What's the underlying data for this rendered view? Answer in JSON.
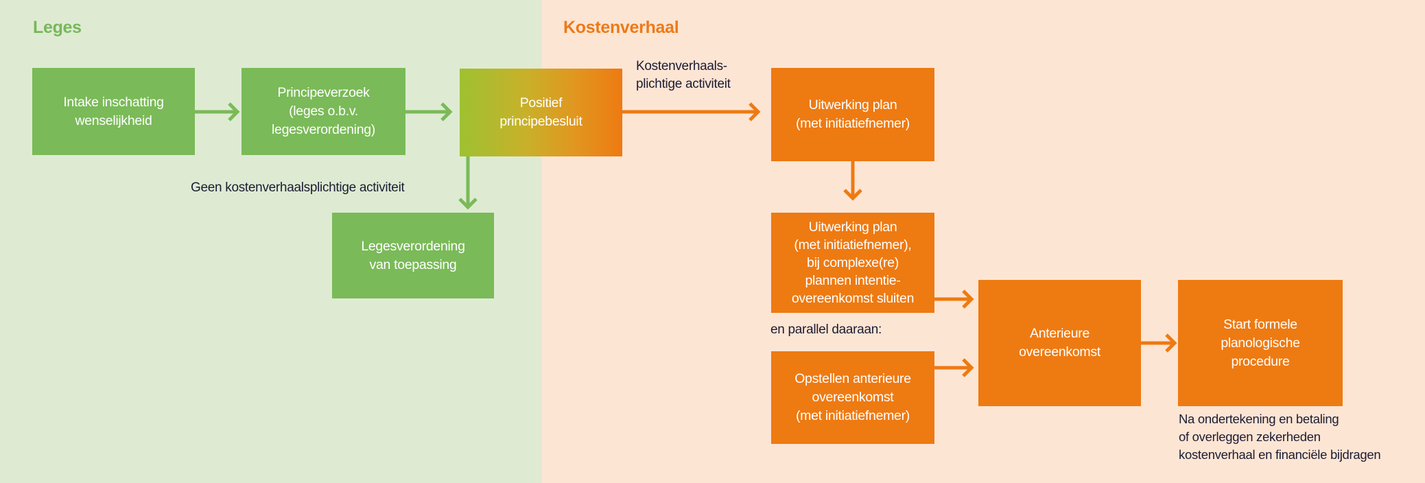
{
  "sections": {
    "leges": {
      "title": "Leges"
    },
    "kostenverhaal": {
      "title": "Kostenverhaal"
    }
  },
  "colors": {
    "leges_bg": "#DEEBD2",
    "kostenverhaal_bg": "#FDE5D4",
    "green": "#7ABA58",
    "orange": "#EE7A12",
    "title_green": "#77B85A",
    "title_orange": "#EC7A1A",
    "label_text": "#1C1C33"
  },
  "nodes": {
    "intake": "Intake inschatting\nwenselijkheid",
    "principeverzoek": "Principeverzoek\n(leges o.b.v.\nlegesverordening)",
    "positief": "Positief\nprincipebesluit",
    "legesverordening": "Legesverordening\nvan toepassing",
    "uitwerking": "Uitwerking plan\n(met initiatiefnemer)",
    "uitwerking_complex": "Uitwerking plan\n(met initiatiefnemer),\nbij complexe(re)\nplannen intentie-\novereenkomst sluiten",
    "opstellen": "Opstellen anterieure\novereenkomst\n(met initiatiefnemer)",
    "anterieure": "Anterieure\novereenkomst",
    "start_formele": "Start formele\nplanologische\nprocedure"
  },
  "labels": {
    "kostenverhaalsplichtig": "Kostenverhaals-\nplichtige activiteit",
    "geen_kostenverhaalsplichtig": "Geen kostenverhaalsplichtige activiteit",
    "en_parallel": "en parallel daaraan:",
    "na_ondertekening": "Na ondertekening en betaling\nof overleggen zekerheden\nkostenverhaal en financiële bijdragen"
  },
  "edges": [
    {
      "from": "intake",
      "to": "principeverzoek"
    },
    {
      "from": "principeverzoek",
      "to": "positief"
    },
    {
      "from": "positief",
      "to": "legesverordening",
      "label": "geen_kostenverhaalsplichtig"
    },
    {
      "from": "positief",
      "to": "uitwerking",
      "label": "kostenverhaalsplichtig"
    },
    {
      "from": "uitwerking",
      "to": "uitwerking_complex"
    },
    {
      "from": "uitwerking_complex",
      "to": "anterieure"
    },
    {
      "from": "opstellen",
      "to": "anterieure"
    },
    {
      "from": "anterieure",
      "to": "start_formele"
    }
  ]
}
